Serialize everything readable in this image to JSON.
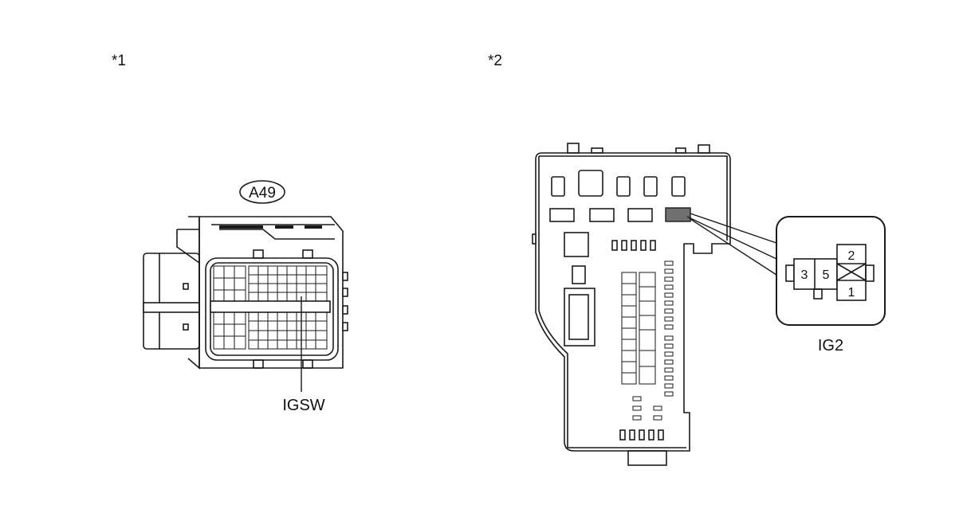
{
  "figure_labels": {
    "panel1": "*1",
    "panel2": "*2"
  },
  "connector": {
    "code": "A49",
    "terminal": "IGSW"
  },
  "relay": {
    "name": "IG2",
    "pins": {
      "p1": "1",
      "p2": "2",
      "p3": "3",
      "p5": "5"
    }
  },
  "colors": {
    "line": "#1a1a1a",
    "highlight": "#707070"
  }
}
